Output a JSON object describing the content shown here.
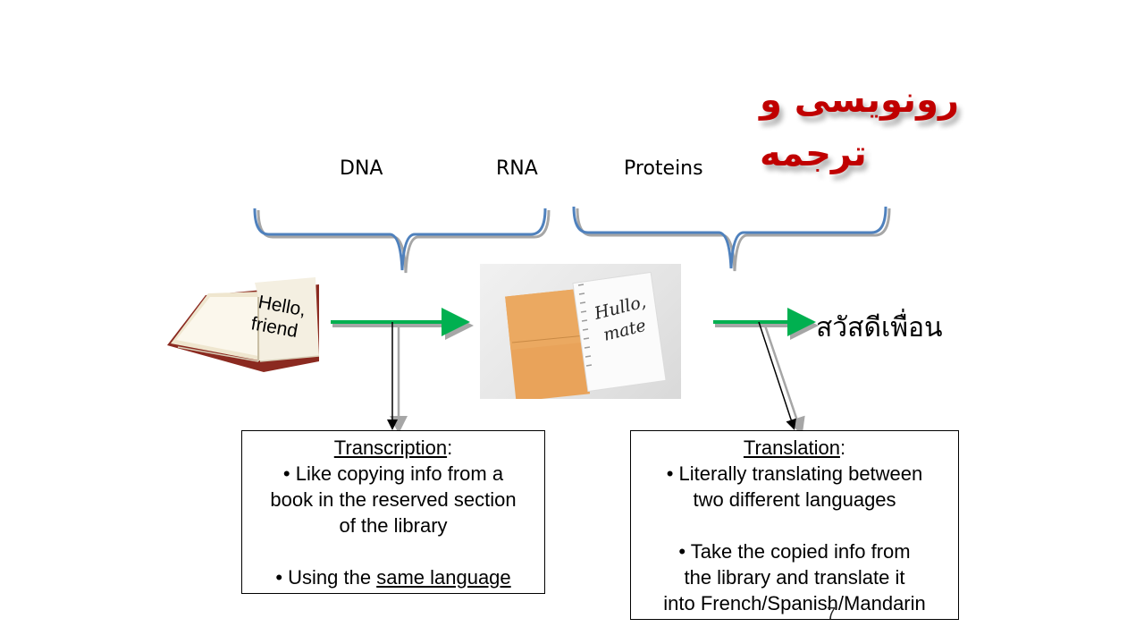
{
  "slide": {
    "title": "رونویسی و ترجمه",
    "labels": {
      "dna": "DNA",
      "rna": "RNA",
      "proteins": "Proteins"
    },
    "book_text": {
      "line1": "Hello,",
      "line2": "friend"
    },
    "notebook_text": {
      "line1": "Hullo,",
      "line2": "mate"
    },
    "thai_greeting": "สวัสดีเพื่อน",
    "transcription": {
      "heading": "Transcription",
      "colon": ":",
      "bullet1": [
        "• Like copying info from a",
        "book in the reserved section",
        "of the library"
      ],
      "bullet2_prefix": "• Using the ",
      "bullet2_underlined": "same language"
    },
    "translation": {
      "heading": "Translation",
      "colon": ":",
      "bullet1": [
        "• Literally translating between",
        "two different languages"
      ],
      "bullet2": [
        "• Take the copied info from",
        "the library and translate it",
        "into French/Spanish/Mandarin"
      ]
    },
    "page_number": "7",
    "colors": {
      "title": "#c00000",
      "arrow_green": "#00b050",
      "brace_blue": "#4f81bd"
    }
  }
}
